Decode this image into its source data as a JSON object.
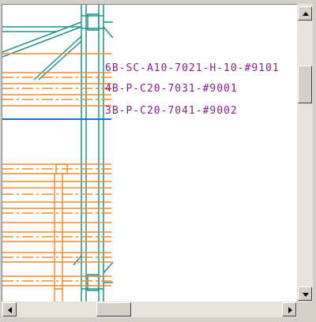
{
  "drawing": {
    "labels": [
      {
        "text": "6B-SC-A10-7021-H-10-#9101"
      },
      {
        "text": "4B-P-C20-7031-#9001"
      },
      {
        "text": "3B-P-C20-7041-#9002"
      }
    ]
  },
  "icons": {
    "scroll_up": "arrow-up-icon",
    "scroll_down": "arrow-down-icon",
    "scroll_left": "arrow-left-icon",
    "scroll_right": "arrow-right-icon"
  },
  "colors": {
    "steel": "#1f8f8f",
    "pipe_orange": "#f28c28",
    "pipe_blue": "#1f6fd0",
    "label": "#8b1a8b"
  }
}
